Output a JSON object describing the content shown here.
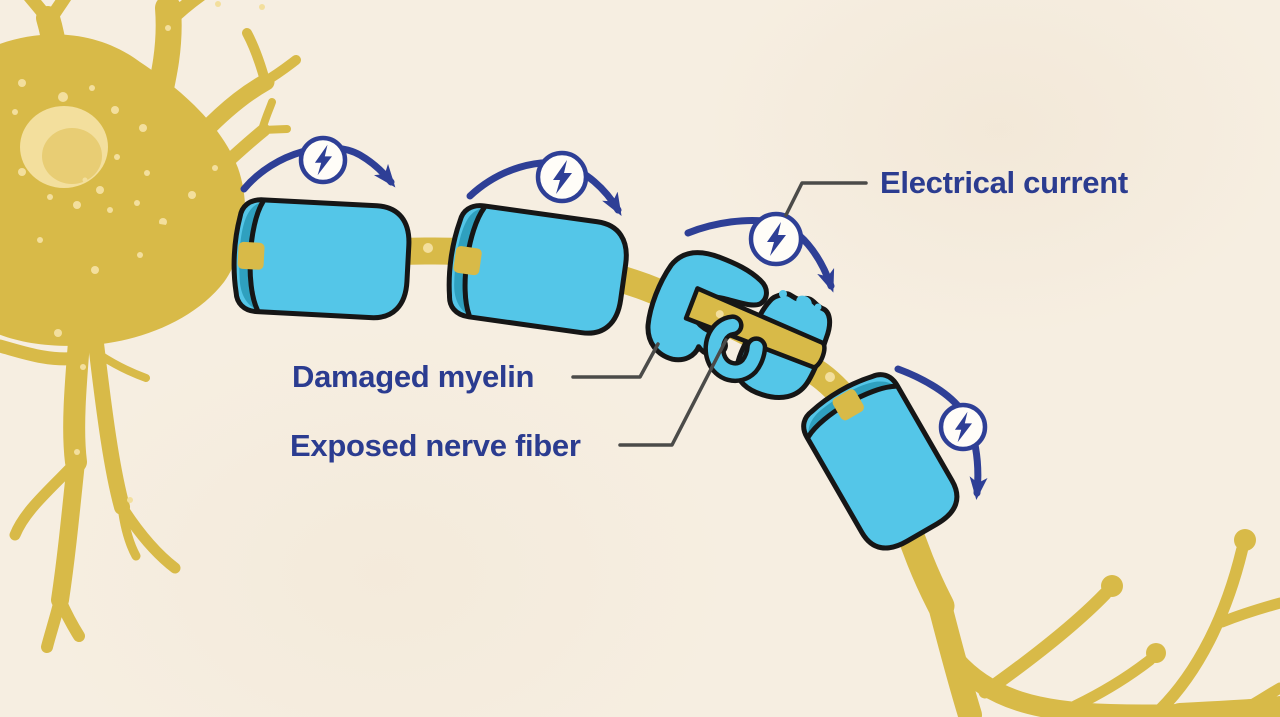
{
  "figure": {
    "title": "Damaged myelin on a neuron axon",
    "type": "medical illustration",
    "subject": "Electrical current hopping along a demyelinated nerve fiber",
    "elements": [
      "neuron cell body (soma) with nucleus and dendrites, upper left",
      "yellow axon running from soma to axon terminals, lower right",
      "four blue myelin sheath segments along the axon",
      "third myelin segment damaged / eroded with myelin debris droplets",
      "exposed yellow nerve fiber visible through the damaged segment",
      "four curved electrical-current arrows with lightning-bolt badges hopping between segments"
    ],
    "myelin_segment_count": 4,
    "current_arrow_count": 4
  },
  "labels": {
    "electrical_current": "Electrical current",
    "damaged_myelin": "Damaged myelin",
    "exposed_nerve_fiber": "Exposed nerve fiber"
  },
  "icons": {
    "lightning_bolt": {
      "name": "lightning-bolt-icon",
      "shape": "zigzag bolt in white circle",
      "count": 4
    }
  },
  "colors": {
    "background": "#f6eee1",
    "neuron_gold": "#d8ba48",
    "gold_light_dots": "#f3df9d",
    "myelin_blue": "#54c6e8",
    "myelin_inner_teal": "#2fa0bf",
    "outline_black": "#161616",
    "arrow_blue": "#2e3f96",
    "label_blue": "#2b3c90",
    "callout_gray": "#4b4b49",
    "bolt_circle_fill": "#fffdf8"
  }
}
